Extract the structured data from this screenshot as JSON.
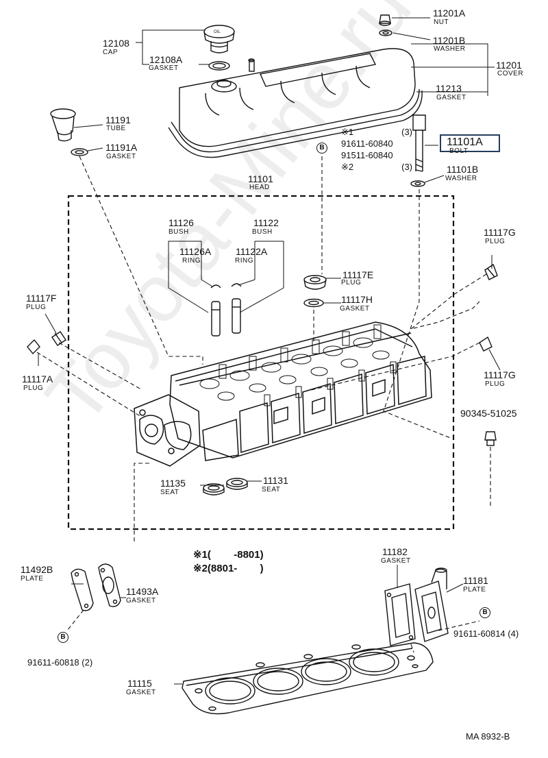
{
  "watermark": "Toyota-Mine.ru",
  "diagram_code": "MA 8932-B",
  "highlight_color": "#233c5c",
  "notes": {
    "n1_mark": "※1",
    "n1_range": "(        -8801)",
    "n2_mark": "※2",
    "n2_range": "(8801-        )"
  },
  "bolt_alt": {
    "m1": "※1",
    "p1": "91611-60840",
    "q1": "(3)",
    "m2": "※2",
    "p2": "91511-60840",
    "q2": "(3)"
  },
  "b_mark": "B",
  "parts": {
    "p11201A": {
      "num": "11201A",
      "label": "NUT"
    },
    "p11201B": {
      "num": "11201B",
      "label": "WASHER"
    },
    "p11201": {
      "num": "11201",
      "label": "COVER"
    },
    "p11213": {
      "num": "11213",
      "label": "GASKET"
    },
    "p12108": {
      "num": "12108",
      "label": "CAP"
    },
    "p12108A": {
      "num": "12108A",
      "label": "GASKET"
    },
    "p11191": {
      "num": "11191",
      "label": "TUBE"
    },
    "p11191A": {
      "num": "11191A",
      "label": "GASKET"
    },
    "p11101A": {
      "num": "11101A",
      "label": "BOLT"
    },
    "p11101B": {
      "num": "11101B",
      "label": "WASHER"
    },
    "p11101": {
      "num": "11101",
      "label": "HEAD"
    },
    "p11126": {
      "num": "11126",
      "label": "BUSH"
    },
    "p11122": {
      "num": "11122",
      "label": "BUSH"
    },
    "p11126A": {
      "num": "11126A",
      "label": "RING"
    },
    "p11122A": {
      "num": "11122A",
      "label": "RING"
    },
    "p11117E": {
      "num": "11117E",
      "label": "PLUG"
    },
    "p11117H": {
      "num": "11117H",
      "label": "GASKET"
    },
    "p11117F": {
      "num": "11117F",
      "label": "PLUG"
    },
    "p11117A": {
      "num": "11117A",
      "label": "PLUG"
    },
    "p11117G1": {
      "num": "11117G",
      "label": "PLUG"
    },
    "p11117G2": {
      "num": "11117G",
      "label": "PLUG"
    },
    "p90345": {
      "num": "90345-51025"
    },
    "p11135": {
      "num": "11135",
      "label": "SEAT"
    },
    "p11131": {
      "num": "11131",
      "label": "SEAT"
    },
    "p11492B": {
      "num": "11492B",
      "label": "PLATE"
    },
    "p11493A": {
      "num": "11493A",
      "label": "GASKET"
    },
    "p11182": {
      "num": "11182",
      "label": "GASKET"
    },
    "p11181": {
      "num": "11181",
      "label": "PLATE"
    },
    "p91611_60814": {
      "num": "91611-60814",
      "qty": "(4)"
    },
    "p91611_60818": {
      "num": "91611-60818",
      "qty": "(2)"
    },
    "p11115": {
      "num": "11115",
      "label": "GASKET"
    }
  }
}
